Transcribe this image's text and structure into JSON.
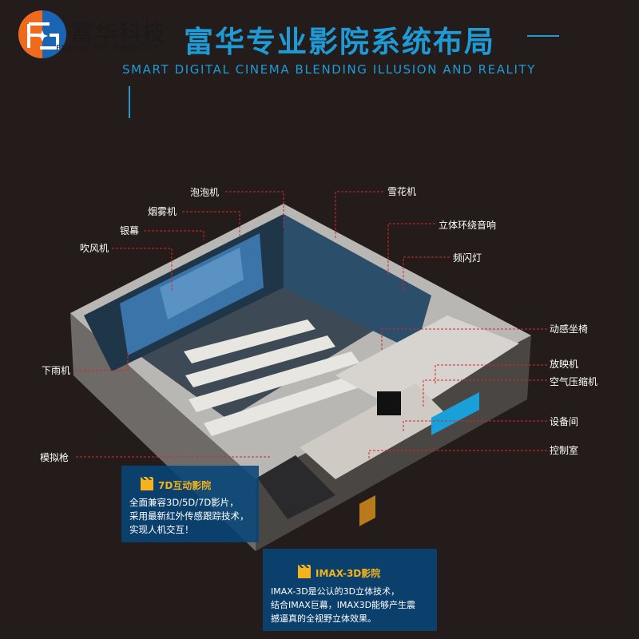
{
  "logo": {
    "name_cn": "富华科技",
    "name_en": "FUHUA TECHNOLOGY"
  },
  "header": {
    "title": "富华专业影院系统布局",
    "subtitle": "SMART DIGITAL CINEMA BLENDING ILLUSION AND REALITY"
  },
  "labels": {
    "bubble": "泡泡机",
    "smoke": "烟雾机",
    "screen": "银幕",
    "wind": "吹风机",
    "rain": "下雨机",
    "gun": "模拟枪",
    "snow": "雪花机",
    "surround": "立体环绕音响",
    "strobe": "频闪灯",
    "seat": "动感坐椅",
    "projector": "放映机",
    "compressor": "空气压缩机",
    "equipment": "设备间",
    "control": "控制室"
  },
  "cards": [
    {
      "title": "7D互动影院",
      "lines": [
        "全面兼容3D/5D/7D影片，",
        "采用最新红外传感跟踪技术，",
        "实现人机交互！"
      ],
      "icon": "clapperboard-icon"
    },
    {
      "title": "IMAX-3D影院",
      "lines": [
        "IMAX-3D是公认的3D立体技术，",
        "结合IMAX巨幕，IMAX3D能够产生震",
        "撼逼真的全视野立体效果。"
      ],
      "icon": "clapperboard-icon"
    }
  ],
  "colors": {
    "accent": "#1e9ad6",
    "card_bg": "#0a4678",
    "card_title": "#f5b21a",
    "leader": "#d8262b"
  }
}
